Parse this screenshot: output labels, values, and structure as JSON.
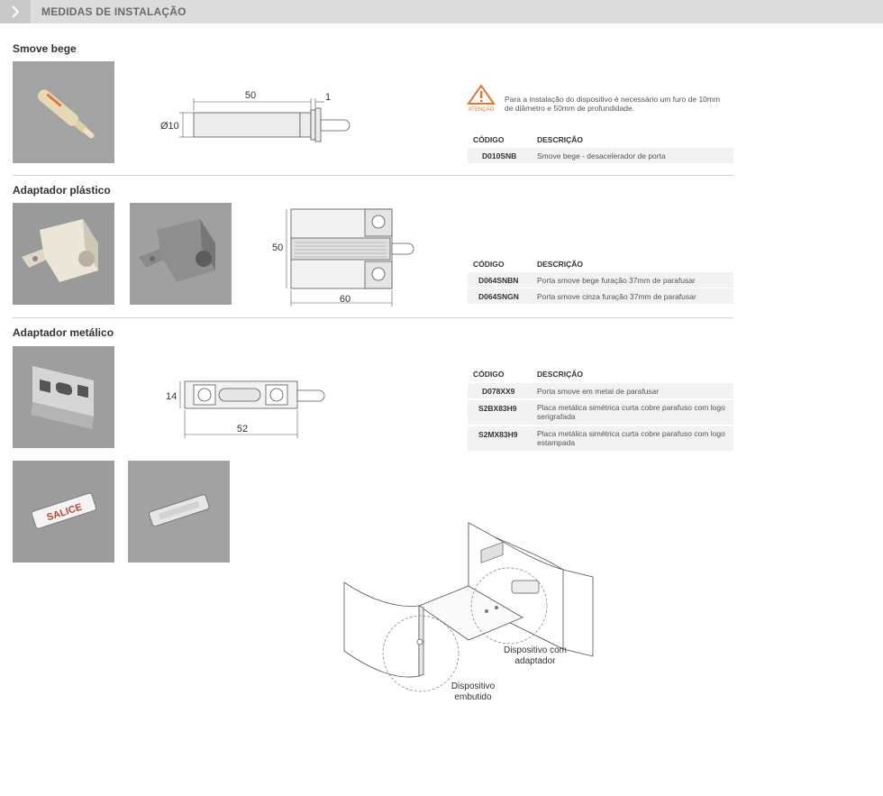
{
  "header": {
    "title": "MEDIDAS DE INSTALAÇÃO"
  },
  "sections": {
    "smove": {
      "title": "Smove bege",
      "dims": {
        "length": "50",
        "gap": "1",
        "diameter": "Ø10"
      },
      "warning": {
        "label": "ATENÇÃO",
        "text": "Para a instalação do dispositivo é necessário um furo de 10mm de diâmetro e 50mm de profundidade."
      },
      "table": {
        "headers": [
          "CÓDIGO",
          "DESCRIÇÃO"
        ],
        "rows": [
          {
            "code": "D010SNB",
            "desc": "Smove bege - desacelerador de porta"
          }
        ]
      }
    },
    "plastico": {
      "title": "Adaptador plástico",
      "dims": {
        "height": "50",
        "width": "60"
      },
      "table": {
        "headers": [
          "CÓDIGO",
          "DESCRIÇÃO"
        ],
        "rows": [
          {
            "code": "D064SNBN",
            "desc": "Porta smove bege furação 37mm de parafusar"
          },
          {
            "code": "D064SNGN",
            "desc": "Porta smove cinza furação 37mm de parafusar"
          }
        ]
      }
    },
    "metalico": {
      "title": "Adaptador metálico",
      "dims": {
        "height": "14",
        "width": "52"
      },
      "plate_logo": "SALICE",
      "table": {
        "headers": [
          "CÓDIGO",
          "DESCRIÇÃO"
        ],
        "rows": [
          {
            "code": "D078XX9",
            "desc": "Porta smove em metal de parafusar"
          },
          {
            "code": "S2BX83H9",
            "desc": "Placa metálica simétrica curta cobre parafuso com logo serigrafada"
          },
          {
            "code": "S2MX83H9",
            "desc": "Placa metálica simétrica curta cobre parafuso com logo estampada"
          }
        ]
      }
    }
  },
  "diagram": {
    "label_adapter": "Dispositivo com adaptador",
    "label_embedded": "Dispositivo embutido"
  },
  "colors": {
    "header_bg": "#dcdcdc",
    "warning": "#e07a30",
    "row_bg": "#f2f2f2"
  }
}
